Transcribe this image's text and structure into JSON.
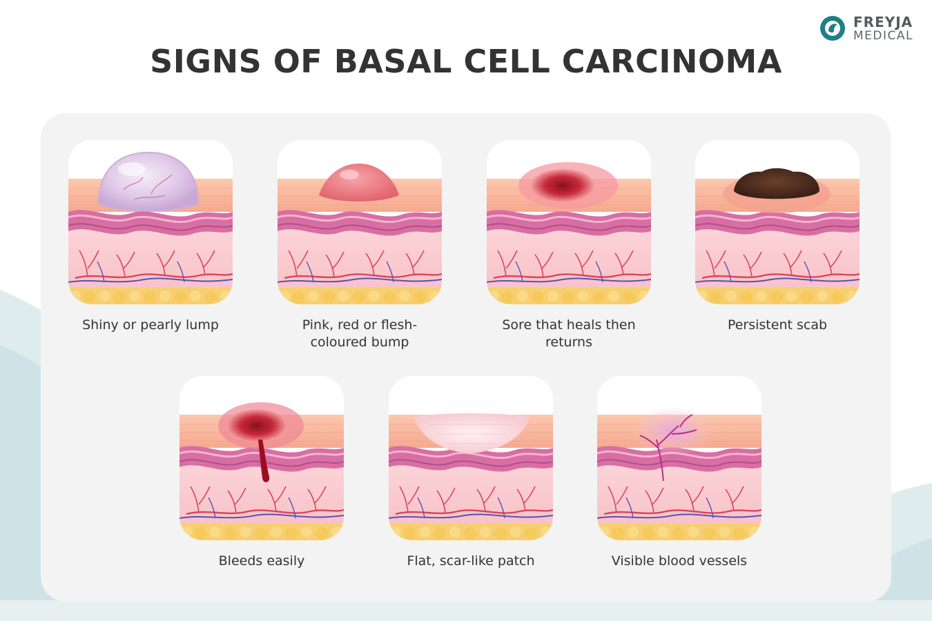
{
  "logo": {
    "line1": "FREYJA",
    "line2": "MEDICAL"
  },
  "title": "SIGNS OF BASAL CELL CARCINOMA",
  "signs": [
    {
      "label": "Shiny or pearly lump",
      "icon": "pearly-lump-icon"
    },
    {
      "label": "Pink, red or flesh-coloured bump",
      "icon": "pink-bump-icon"
    },
    {
      "label": "Sore that heals then returns",
      "icon": "recurring-sore-icon"
    },
    {
      "label": "Persistent scab",
      "icon": "scab-icon"
    },
    {
      "label": "Bleeds easily",
      "icon": "bleeding-lesion-icon"
    },
    {
      "label": "Flat, scar-like patch",
      "icon": "scar-patch-icon"
    },
    {
      "label": "Visible blood vessels",
      "icon": "blood-vessels-icon"
    }
  ],
  "colors": {
    "title": "#333333",
    "brand_teal": "#1f7f86",
    "panel": "#f3f3f3",
    "wave": "#cfe3e6"
  }
}
